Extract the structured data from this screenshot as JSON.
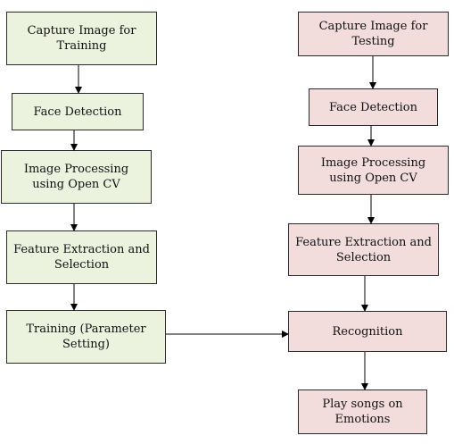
{
  "training": {
    "capture": "Capture Image for Training",
    "face_detection": "Face Detection",
    "image_processing": "Image Processing using Open CV",
    "feature_extraction": "Feature Extraction and Selection",
    "training": "Training (Parameter Setting)"
  },
  "testing": {
    "capture": "Capture Image for Testing",
    "face_detection": "Face Detection",
    "image_processing": "Image Processing using Open CV",
    "feature_extraction": "Feature Extraction and Selection",
    "recognition": "Recognition",
    "play_songs": "Play songs on Emotions"
  },
  "colors": {
    "training_fill": "#ebf2de",
    "testing_fill": "#f2dcdc",
    "border": "#2b2b2b",
    "arrow": "#000000"
  }
}
